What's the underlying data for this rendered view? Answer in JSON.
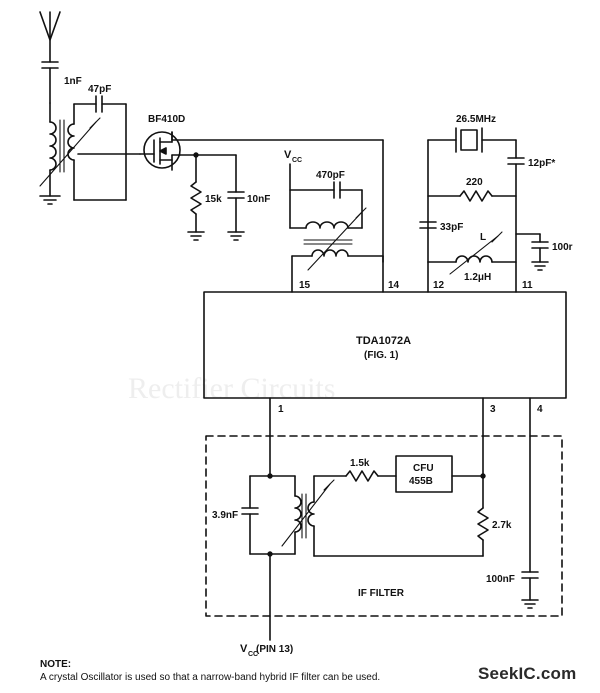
{
  "labels": {
    "c_ant": "1nF",
    "c_tank": "47pF",
    "fet": "BF410D",
    "r_bias": "15k",
    "c_bias": "10nF",
    "vcc": "V",
    "vcc_sub": "CC",
    "c_470": "470pF",
    "crystal": "26.5MHz",
    "c_12": "12pF*",
    "r_220": "220",
    "c_33": "33pF",
    "ind_l": "L",
    "ind_val": "1.2μH",
    "c_100": "100r",
    "pin15": "15",
    "pin14": "14",
    "pin12": "12",
    "pin11": "11",
    "pin1": "1",
    "pin3": "3",
    "pin4": "4",
    "ic_name": "TDA1072A",
    "ic_ref": "(FIG. 1)",
    "r_1k5": "1.5k",
    "cfu_line1": "CFU",
    "cfu_line2": "455B",
    "c_39": "3.9nF",
    "r_27": "2.7k",
    "c_100n": "100nF",
    "if_filter": "IF FILTER",
    "vcc_bottom": "V",
    "vcc_bottom_sub": "CC",
    "vcc_bottom_pin": " (PIN 13)",
    "watermark": "Rectifier Circuits"
  },
  "note": {
    "title": "NOTE:",
    "text": "A crystal Oscillator is used so that a narrow-band hybrid IF filter can be used."
  },
  "logo": {
    "name": "SeekIC",
    "domain": ".com"
  }
}
